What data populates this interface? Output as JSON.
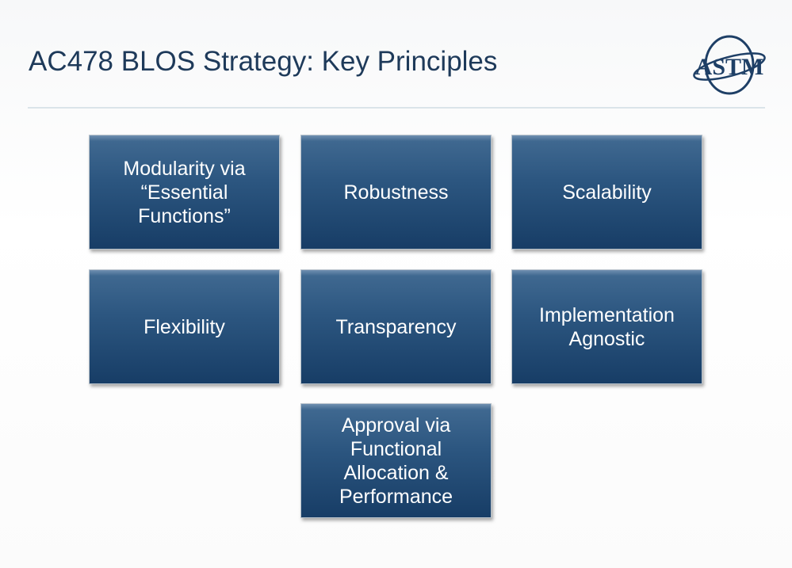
{
  "slide": {
    "title": "AC478 BLOS Strategy: Key Principles",
    "logo_text": "ASTM",
    "principles": [
      "Modularity via “Essential Functions”",
      "Robustness",
      "Scalability",
      "Flexibility",
      "Transparency",
      "Implementation Agnostic",
      "Approval via Functional Allocation & Performance"
    ]
  },
  "colors": {
    "title": "#1e3a5a",
    "box_top": "#3f6890",
    "box_bottom": "#173d66"
  }
}
